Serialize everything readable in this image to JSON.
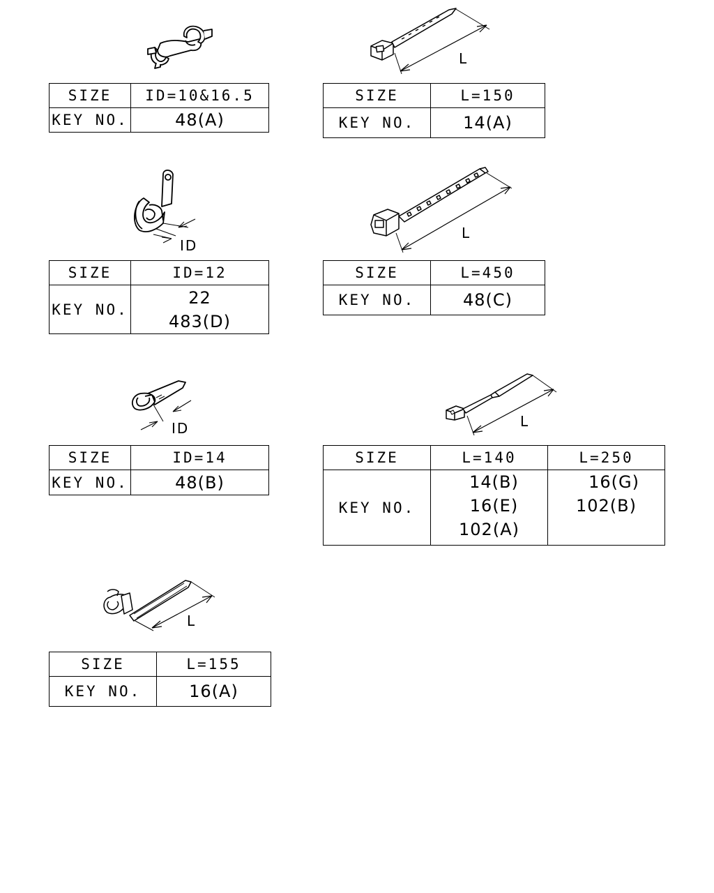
{
  "labels": {
    "size": "SIZE",
    "key_no": "KEY NO.",
    "id_dim": "ID",
    "l_dim": "L"
  },
  "parts": [
    {
      "size": "ID=10&16.5",
      "keys": [
        "48(A)"
      ]
    },
    {
      "size": "L=150",
      "keys": [
        "14(A)"
      ]
    },
    {
      "size": "ID=12",
      "keys": [
        "22",
        "483(D)"
      ]
    },
    {
      "size": "L=450",
      "keys": [
        "48(C)"
      ]
    },
    {
      "size": "ID=14",
      "keys": [
        "48(B)"
      ]
    },
    {
      "sizes": [
        "L=140",
        "L=250"
      ],
      "keys": [
        [
          "14(B)",
          "16(E)",
          "102(A)"
        ],
        [
          "16(G)",
          "102(B)"
        ]
      ]
    },
    {
      "size": "L=155",
      "keys": [
        "16(A)"
      ]
    }
  ],
  "icons": [
    "double-clamp-icon",
    "cable-tie-icon",
    "p-clamp-icon",
    "long-cable-tie-icon",
    "pipe-clip-icon",
    "short-cable-tie-icon",
    "clip-tie-icon"
  ],
  "colors": {
    "line": "#000000",
    "background": "#ffffff"
  }
}
